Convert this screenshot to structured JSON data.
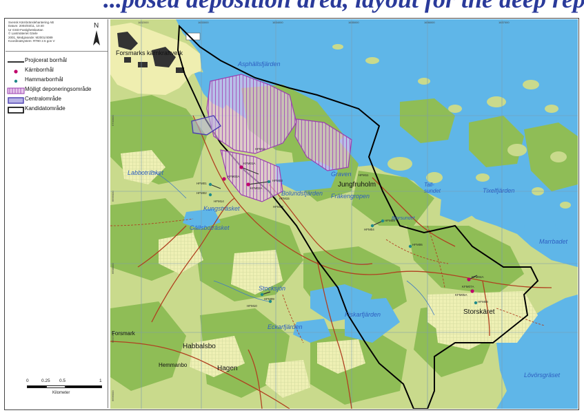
{
  "banner": {
    "text": "...posed deposition area, layout for the deep repository..."
  },
  "meta": [
    "Svensk Kärnbränslehantering AB",
    "Datum: 2004/03/11, 10:40",
    "Ur GSD-Fastighetskartan",
    "© Lantmäteriet Gävle",
    "2001, Medgivande: M2001/4089",
    "Koordinatsystem: RT90 2.5 gon V"
  ],
  "north": {
    "label": "N"
  },
  "legend": [
    {
      "label": "Projicerat borrhål",
      "symbol": "line",
      "color": "#333333"
    },
    {
      "label": "Kärnborrhål",
      "symbol": "dot",
      "color": "#c0006a"
    },
    {
      "label": "Hammarborrhål",
      "symbol": "dot",
      "color": "#1f8a8a"
    },
    {
      "label": "Möjligt deponeringsområde",
      "symbol": "hatch",
      "color": "#c070c0"
    },
    {
      "label": "Centralområde",
      "symbol": "rect-fill",
      "color": "#6a5acd"
    },
    {
      "label": "Kandidatområde",
      "symbol": "rect-outline",
      "color": "#000000"
    }
  ],
  "scalebar": {
    "ticks": [
      "0",
      "0.25",
      "0.5",
      "1"
    ],
    "unit": "Kilometer"
  },
  "coords_top": [
    "1632000",
    "1633000",
    "1634000",
    "1635000",
    "1636000",
    "1637000"
  ],
  "coords_left": [
    "6700000",
    "6699000",
    "6698000",
    "6697000",
    "6696000"
  ],
  "places": {
    "forsmarks_kraftverk": "Forsmarks kärnkraftverk",
    "asphallsfjarden": "Asphällsfjärden",
    "labbotrasket": "Labboträsket",
    "kungstrasket": "Kungsträsket",
    "gallsbotrasket": "Gällsboträsket",
    "bolundsfjarden": "Bolundsfjärden",
    "graven": "Graven",
    "jungfruholm": "Jungfruholm",
    "frakengropen": "Fräkengropen",
    "tallsundet": "Tall-\nsundet",
    "tixelfjarden": "Tixelfjärden",
    "marrbadet": "Marrbadet",
    "storsjon": "Stocksjön",
    "fiskarfjarden": "Fiskarfjärden",
    "storskaret": "Storskäret",
    "eckarfjarden": "Eckarfjärden",
    "forsmark": "Forsmark",
    "habbalsbo": "Habbalsbo",
    "hagen": "Hagen",
    "hemmanbo": "Hemmanbo",
    "lovorsgraset": "Lövörsgräset",
    "bjorsundet": "Bjorsundet"
  },
  "boreholes": [
    "HFM01",
    "HFM02",
    "HFM03",
    "HFM04",
    "HFM05",
    "HFM06",
    "HFM08",
    "HFM09",
    "HFM10",
    "HFM11",
    "HFM12",
    "HFM13",
    "HFM14",
    "HFM15",
    "KFM01A",
    "KFM02A",
    "KFM03A",
    "KFM04A",
    "KFM05A",
    "KFM07A"
  ],
  "colors": {
    "water": "#5fb6e8",
    "land": "#c8d98a",
    "forest": "#8fbd56",
    "field": "#efeeb0",
    "road": "#b04020",
    "candidate_outline": "#000000",
    "deposit_hatch": "#b266c2"
  }
}
